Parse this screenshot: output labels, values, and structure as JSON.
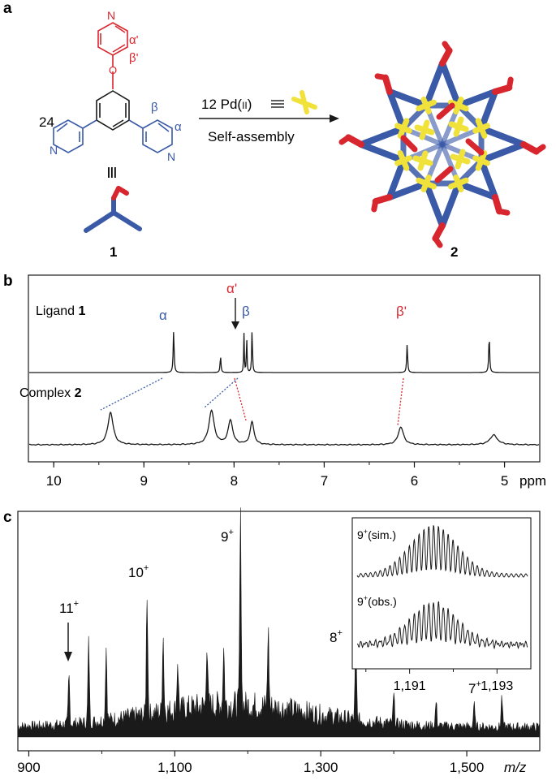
{
  "panel_a": {
    "label": "a",
    "ligand_count": "24",
    "ligand_number": "1",
    "equivalence": "|||",
    "reagent": "12 Pd(",
    "reagent_ox": "II",
    "reagent_close": ")",
    "process": "Self-assembly",
    "product_number": "2",
    "labels": {
      "alpha": "α",
      "beta": "β",
      "alpha_prime": "α'",
      "beta_prime": "β'",
      "N": "N",
      "O": "O"
    },
    "colors": {
      "ligand_core": "#3a5aa8",
      "ligand_arm": "#d8262e",
      "pd_unit": "#f0e23a"
    }
  },
  "panel_b": {
    "label": "b",
    "trace1_label_prefix": "Ligand ",
    "trace1_label_bold": "1",
    "trace2_label_prefix": "Complex ",
    "trace2_label_bold": "2",
    "peak_labels": {
      "alpha": "α",
      "alpha_prime": "α'",
      "beta": "β",
      "beta_prime": "β'"
    },
    "x_ticks": [
      "10",
      "9",
      "8",
      "7",
      "6",
      "5"
    ],
    "x_unit": "ppm",
    "chart_data": {
      "type": "line",
      "xlim": [
        10.2,
        4.6
      ],
      "series": [
        {
          "name": "Ligand 1",
          "peaks_ppm": [
            8.67,
            8.15,
            7.89,
            7.86,
            7.8,
            6.08,
            5.17
          ]
        },
        {
          "name": "Complex 2",
          "peaks_ppm": [
            9.37,
            8.25,
            8.04,
            7.8,
            6.15,
            5.12
          ]
        }
      ]
    }
  },
  "panel_c": {
    "label": "c",
    "peak_labels": [
      {
        "text": "11",
        "sup": "+",
        "mz": 955
      },
      {
        "text": "10",
        "sup": "+",
        "mz": 1062
      },
      {
        "text": "9",
        "sup": "+",
        "mz": 1190
      },
      {
        "text": "8",
        "sup": "+",
        "mz": 1348
      },
      {
        "text": "7",
        "sup": "+",
        "mz": 1548
      }
    ],
    "x_ticks": [
      "900",
      "1,100",
      "1,300",
      "1,500"
    ],
    "x_label": "m/z",
    "inset": {
      "sim_label": "9",
      "sim_sup": "+",
      "sim_suffix": "(sim.)",
      "obs_label": "9",
      "obs_sup": "+",
      "obs_suffix": "(obs.)",
      "x_ticks": [
        "1,191",
        "1,193"
      ]
    },
    "chart_data": {
      "type": "line",
      "xlim": [
        885,
        1600
      ],
      "major_peaks": [
        {
          "mz": 955,
          "charge": "11+"
        },
        {
          "mz": 1062,
          "charge": "10+"
        },
        {
          "mz": 1190,
          "charge": "9+"
        },
        {
          "mz": 1348,
          "charge": "8+"
        },
        {
          "mz": 1548,
          "charge": "7+"
        }
      ],
      "inset_xlim": [
        1189.8,
        1193.7
      ]
    }
  }
}
